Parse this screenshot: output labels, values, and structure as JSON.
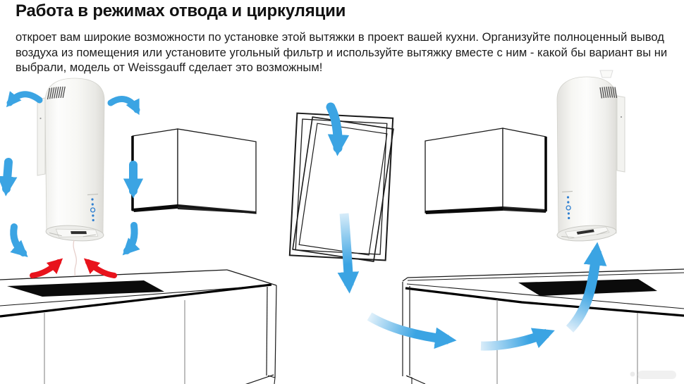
{
  "header": {
    "title": "Работа в режимах отвода и циркуляции",
    "description": "откроет вам широкие возможности по установке этой вытяжки в проект вашей кухни. Организуйте полноценный вывод воздуха из помещения или установите угольный фильтр и используйте вытяжку вместе с ним - какой бы вариант вы ни выбрали, модель от Weissgauff сделает это возможным!"
  },
  "brand_mentioned": "Weissgauff",
  "colors": {
    "airflow_blue": "#3BA4E3",
    "airflow_blue_light": "#DCEDF9",
    "intake_red": "#E8131C",
    "line_art": "#1A1A1A",
    "cooktop_black": "#0B0B0B",
    "text": "#1D1D1D"
  },
  "illustration": {
    "left_scene_icons": [
      "island-hood-icon",
      "circulation-arrows-icon",
      "intake-arrows-icon",
      "wall-cabinet-icon",
      "counter-with-cooktop-icon"
    ],
    "middle_icons": [
      "open-window-icon",
      "window-airflow-arrows-icon"
    ],
    "right_scene_icons": [
      "wall-cabinet-icon",
      "island-hood-icon",
      "exhaust-airflow-arrows-icon",
      "counter-with-cooktop-icon"
    ]
  }
}
